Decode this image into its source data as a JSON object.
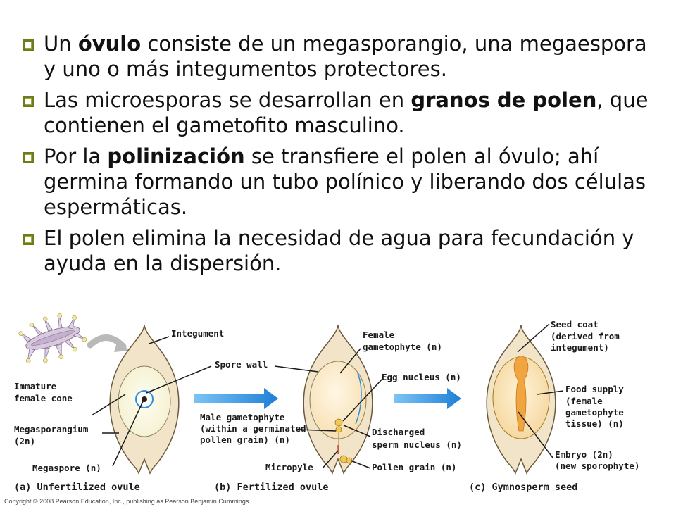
{
  "bullets": [
    {
      "parts": [
        {
          "t": "Un "
        },
        {
          "t": "óvulo",
          "b": true
        },
        {
          "t": " consiste de un megasporangio, una megaespora y uno o más integumentos protectores."
        }
      ]
    },
    {
      "parts": [
        {
          "t": "Las microesporas se desarrollan en "
        },
        {
          "t": "granos de polen",
          "b": true
        },
        {
          "t": ", que contienen el gametofito masculino."
        }
      ]
    },
    {
      "parts": [
        {
          "t": "Por la "
        },
        {
          "t": "polinización",
          "b": true
        },
        {
          "t": " se transfiere el polen al óvulo; ahí germina formando un tubo polínico y liberando dos células espermáticas."
        }
      ]
    },
    {
      "parts": [
        {
          "t": "El polen elimina la necesidad de agua para fecundación y ayuda en la dispersión."
        }
      ]
    }
  ],
  "diagram": {
    "labels": {
      "integument": "Integument",
      "spore_wall": "Spore wall",
      "immature_cone_1": "Immature",
      "immature_cone_2": "female cone",
      "megasporangium_1": "Megasporangium",
      "megasporangium_2": "(2n)",
      "megaspore": "Megaspore (n)",
      "female_gam_1": "Female",
      "female_gam_2": "gametophyte (n)",
      "egg_nucleus": "Egg nucleus (n)",
      "male_gam_1": "Male gametophyte",
      "male_gam_2": "(within a germinated",
      "male_gam_3": "pollen grain) (n)",
      "discharged_1": "Discharged",
      "discharged_2": "sperm nucleus (n)",
      "micropyle": "Micropyle",
      "pollen_grain": "Pollen grain (n)",
      "seed_coat_1": "Seed coat",
      "seed_coat_2": "(derived from",
      "seed_coat_3": "integument)",
      "food_1": "Food supply",
      "food_2": "(female",
      "food_3": "gametophyte",
      "food_4": "tissue) (n)",
      "embryo_1": "Embryo (2n)",
      "embryo_2": "(new sporophyte)"
    },
    "captions": {
      "a": "(a) Unfertilized ovule",
      "b": "(b) Fertilized ovule",
      "c": "(c) Gymnosperm seed"
    },
    "copyright": "Copyright © 2008 Pearson Education, Inc., publishing as Pearson Benjamin Cummings.",
    "colors": {
      "integument": "#f1e4c8",
      "outline": "#6b5a3e",
      "arrow": "#2a8fe0",
      "bullet": "#6b7d1e",
      "embryo": "#f0a540"
    }
  }
}
